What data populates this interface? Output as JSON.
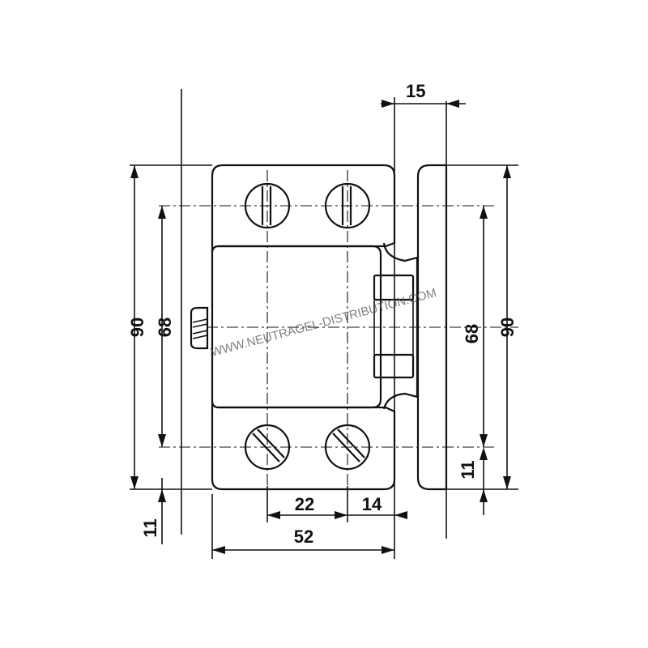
{
  "dimensions": {
    "top_offset": "15",
    "height_left_outer": "90",
    "height_left_inner": "68",
    "height_right_inner": "68",
    "height_right_outer": "90",
    "bottom_left_offset": "11",
    "bottom_right_offset": "11",
    "screw_spacing": "22",
    "edge_offset": "14",
    "total_width": "52"
  },
  "watermark": "WWW.NEUTRAGEL-DISTRIBUTION.COM"
}
